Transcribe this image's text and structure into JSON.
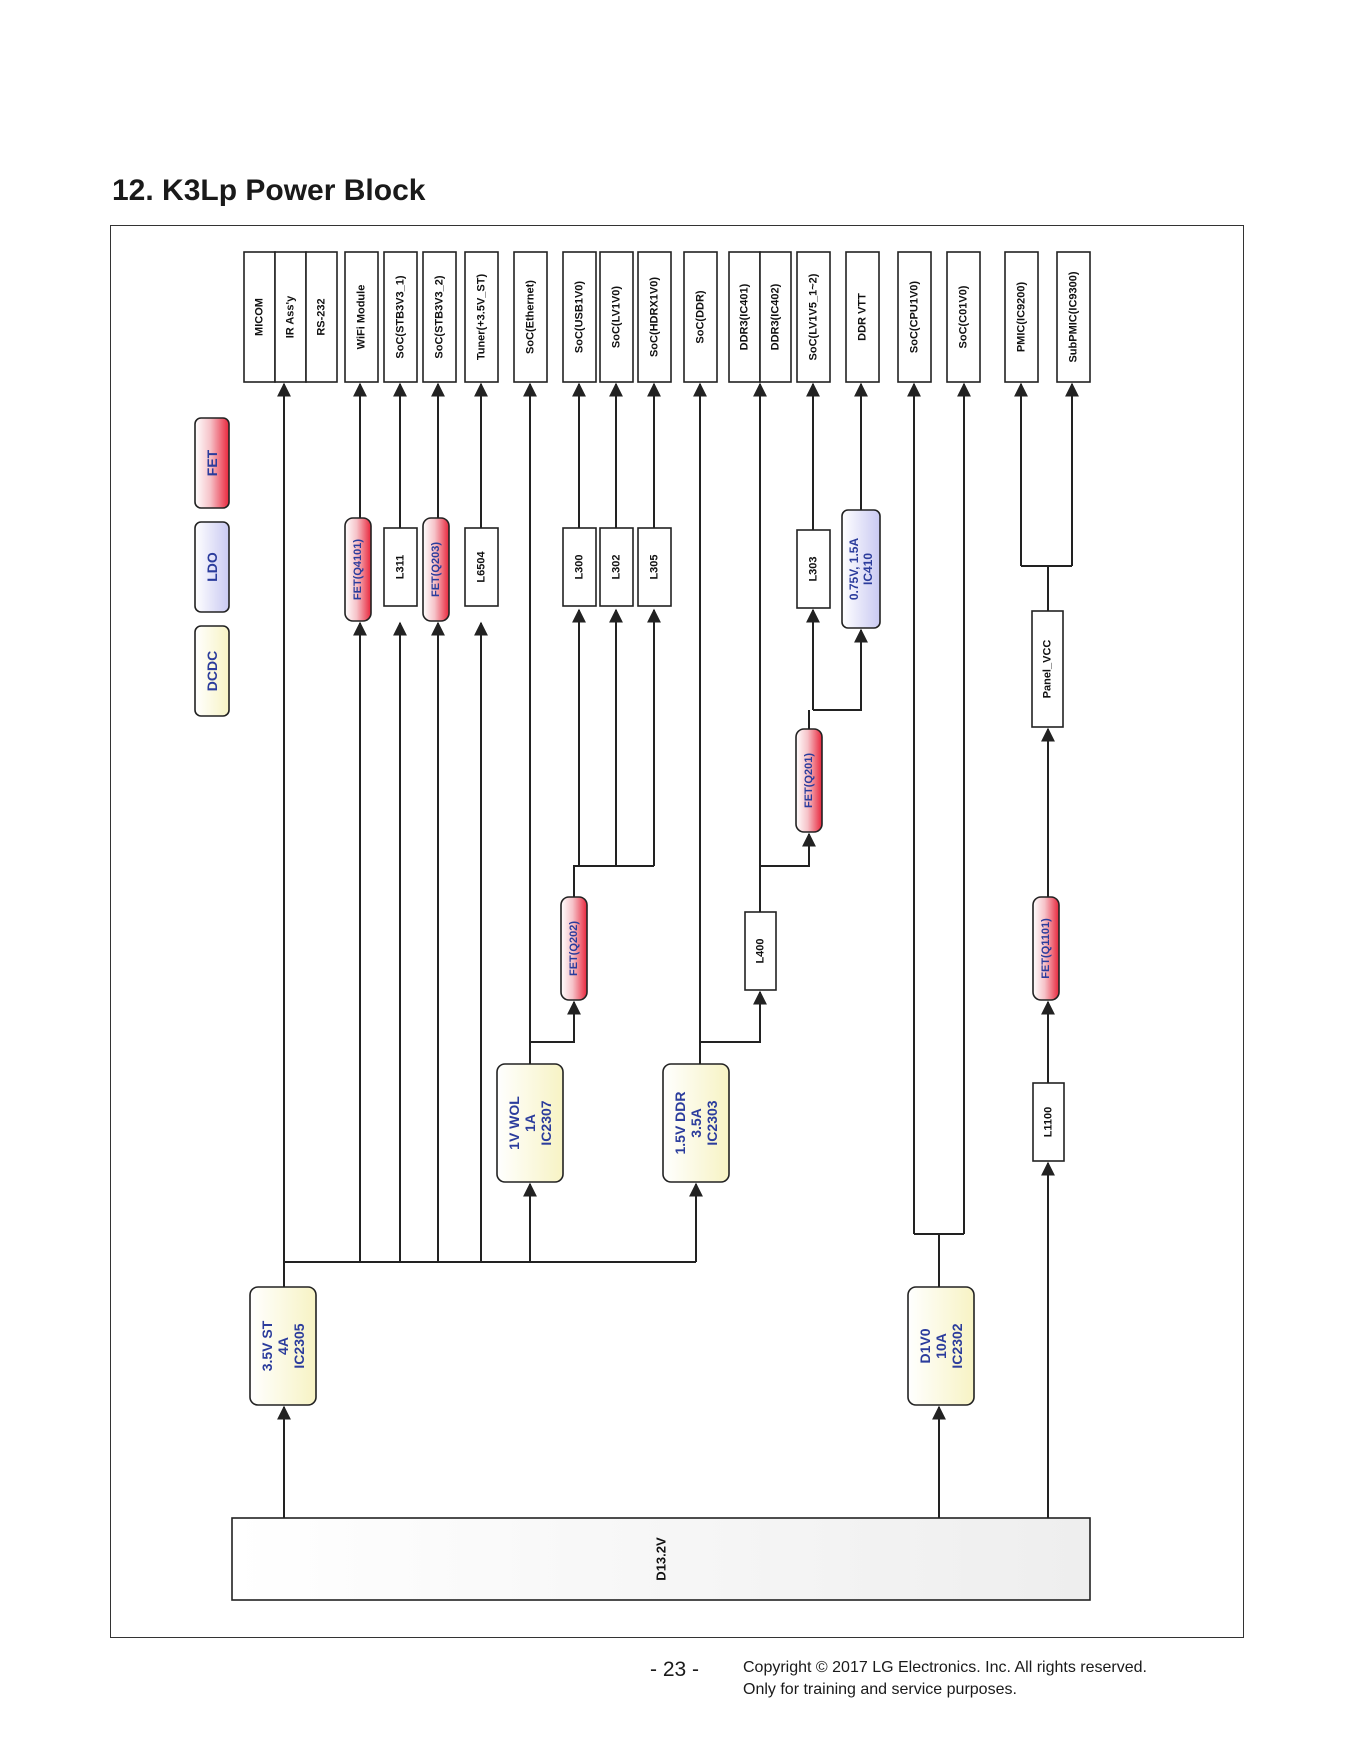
{
  "page": {
    "title": "12. K3Lp Power Block",
    "page_number": "- 23 -",
    "copyright_line1": "Copyright  © 2017 LG Electronics. Inc. All rights reserved.",
    "copyright_line2": "Only for training and service purposes."
  },
  "colors": {
    "fet": "#e8263c",
    "ldo": "#c9c9f2",
    "dcdc": "#f7f3c4",
    "blue_text": "#2b3c9c"
  },
  "legend": [
    {
      "id": "legend-fet",
      "label": "FET",
      "kind": "fet"
    },
    {
      "id": "legend-ldo",
      "label": "LDO",
      "kind": "ldo"
    },
    {
      "id": "legend-dcdc",
      "label": "DCDC",
      "kind": "dcdc"
    }
  ],
  "loads": [
    {
      "id": "micom",
      "label": "MICOM"
    },
    {
      "id": "ir-assy",
      "label": "IR Ass'y"
    },
    {
      "id": "rs232",
      "label": "RS-232"
    },
    {
      "id": "wifi",
      "label": "WiFi Module"
    },
    {
      "id": "stb1",
      "label": "SoC(STB3V3_1)"
    },
    {
      "id": "stb2",
      "label": "SoC(STB3V3_2)"
    },
    {
      "id": "tuner",
      "label": "Tuner(+3.5V_ST)"
    },
    {
      "id": "ethernet",
      "label": "SoC(Ethernet)"
    },
    {
      "id": "usb",
      "label": "SoC(USB1V0)"
    },
    {
      "id": "lv1v0",
      "label": "SoC(LV1V0)"
    },
    {
      "id": "hdrx",
      "label": "SoC(HDRX1V0)"
    },
    {
      "id": "socddr",
      "label": "SoC(DDR)"
    },
    {
      "id": "ddr401",
      "label": "DDR3(IC401)"
    },
    {
      "id": "ddr402",
      "label": "DDR3(IC402)"
    },
    {
      "id": "lv1v5",
      "label": "SoC(LV1V5_1~2)"
    },
    {
      "id": "ddrvtt",
      "label": "DDR VTT"
    },
    {
      "id": "cpu",
      "label": "SoC(CPU1V0)"
    },
    {
      "id": "c01v0",
      "label": "SoC(C01V0)"
    },
    {
      "id": "pmic",
      "label": "PMIC(IC9200)"
    },
    {
      "id": "subpmic",
      "label": "SubPMIC(IC9300)"
    }
  ],
  "inductors": [
    {
      "id": "l311",
      "label": "L311"
    },
    {
      "id": "l6504",
      "label": "L6504"
    },
    {
      "id": "l300",
      "label": "L300"
    },
    {
      "id": "l302",
      "label": "L302"
    },
    {
      "id": "l305",
      "label": "L305"
    },
    {
      "id": "l303",
      "label": "L303"
    },
    {
      "id": "l400",
      "label": "L400"
    },
    {
      "id": "l1100",
      "label": "L1100"
    },
    {
      "id": "panel-vcc",
      "label": "Panel_VCC"
    }
  ],
  "fets": [
    {
      "id": "q4101",
      "label": "FET(Q4101)"
    },
    {
      "id": "q203",
      "label": "FET(Q203)"
    },
    {
      "id": "q202",
      "label": "FET(Q202)"
    },
    {
      "id": "q201",
      "label": "FET(Q201)"
    },
    {
      "id": "q1101",
      "label": "FET(Q1101)"
    }
  ],
  "ldos": [
    {
      "id": "ic410",
      "lines": [
        "0.75V, 1.5A",
        "IC410"
      ]
    }
  ],
  "dcdcs": [
    {
      "id": "ic2307",
      "lines": [
        "1V WOL",
        "1A",
        "IC2307"
      ]
    },
    {
      "id": "ic2303",
      "lines": [
        "1.5V DDR",
        "3.5A",
        "IC2303"
      ]
    },
    {
      "id": "ic2305",
      "lines": [
        "3.5V ST",
        "4A",
        "IC2305"
      ]
    },
    {
      "id": "ic2302",
      "lines": [
        "D1V0",
        "10A",
        "IC2302"
      ]
    }
  ],
  "source": {
    "label": "D13.2V"
  }
}
